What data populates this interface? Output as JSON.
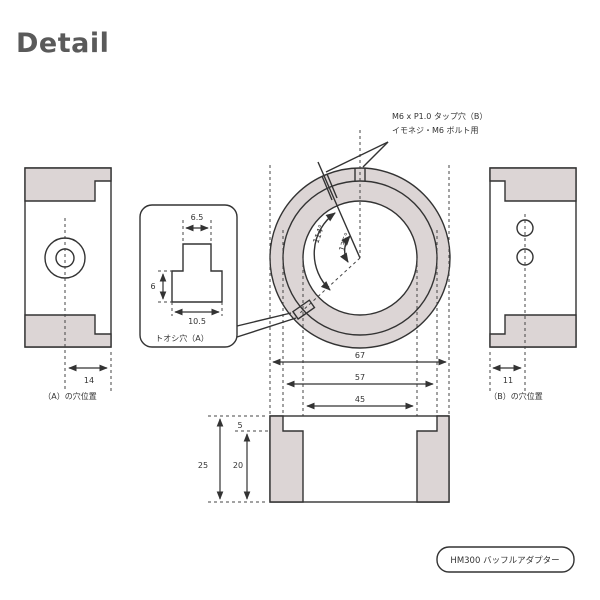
{
  "title": "Detail",
  "callout_b": {
    "line1": "M6 x P1.0 タップ穴（B）",
    "line2": "イモネジ・M6 ボルト用"
  },
  "detail_a": {
    "width_top": "6.5",
    "height": "6",
    "width_bottom": "10.5",
    "label": "トオシ穴（A）"
  },
  "angles": {
    "a": "114°",
    "b": "135°"
  },
  "left_view": {
    "dim": "14",
    "label": "（A）の穴位置"
  },
  "right_view": {
    "dim": "11",
    "label": "（B）の穴位置"
  },
  "ring_dims": {
    "outer": "67",
    "middle": "57",
    "inner": "45"
  },
  "side_dims": {
    "total_height": "25",
    "step": "5",
    "inner_height": "20"
  },
  "product_label": "HM300 バッフルアダプター",
  "colors": {
    "fill": "#dcd5d5",
    "line": "#333333"
  }
}
